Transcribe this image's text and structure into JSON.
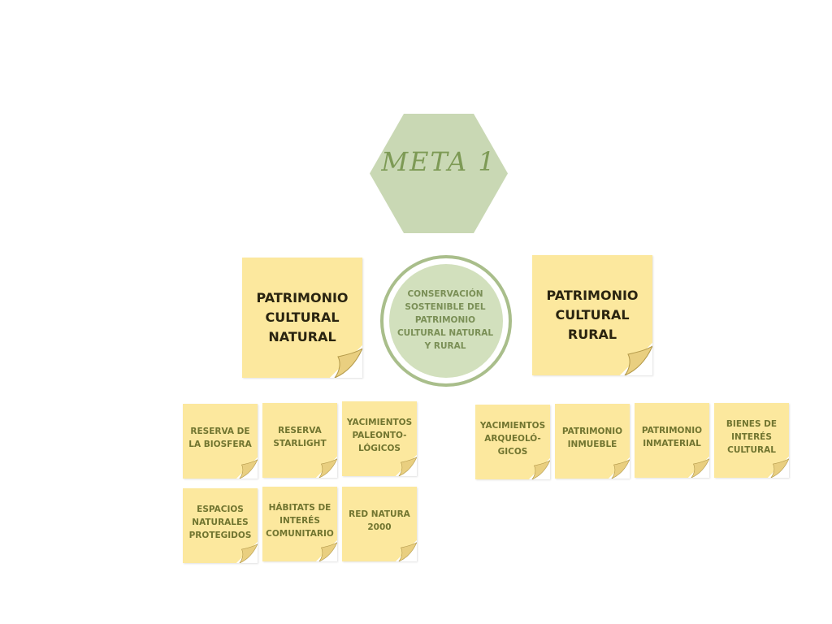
{
  "title": {
    "label": "META 1"
  },
  "center": {
    "text": "CONSERVACIÓN\nSOSTENIBLE DEL\nPATRIMONIO\nCULTURAL NATURAL\nY RURAL"
  },
  "left_category": {
    "title": "PATRIMONIO\nCULTURAL\nNATURAL",
    "items": [
      "RESERVA DE\nLA BIOSFERA",
      "RESERVA\nSTARLIGHT",
      "YACIMIENTOS\nPALEONTO-\nLÓGICOS",
      "ESPACIOS\nNATURALES\nPROTEGIDOS",
      "HÁBITATS DE\nINTERÉS\nCOMUNITARIO",
      "RED NATURA\n2000"
    ]
  },
  "right_category": {
    "title": "PATRIMONIO\nCULTURAL\nRURAL",
    "items": [
      "YACIMIENTOS\nARQUEOLÓ-\nGICOS",
      "PATRIMONIO\nINMUEBLE",
      "PATRIMONIO\nINMATERIAL",
      "BIENES DE\nINTERÉS\nCULTURAL"
    ]
  },
  "colors": {
    "note": "#fce89e",
    "hexagon": "#c9d8b4",
    "circle": "#d2e0bd",
    "accent": "#7d9a55"
  }
}
